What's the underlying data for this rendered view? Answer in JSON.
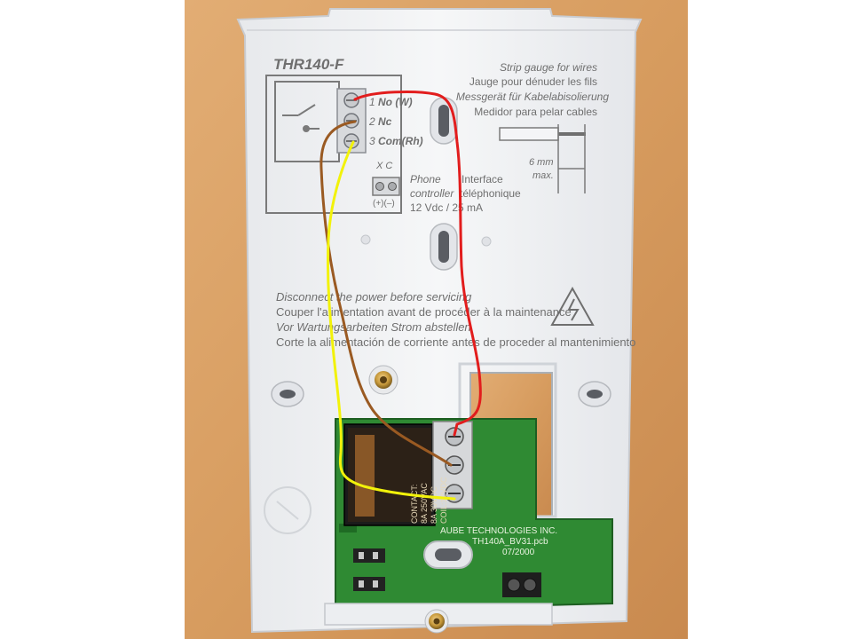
{
  "plate": {
    "model": "THR140-F",
    "terminals": [
      {
        "num": "1",
        "label": "No (W)"
      },
      {
        "num": "2",
        "label": "Nc"
      },
      {
        "num": "3",
        "label": "Com(Rh)"
      }
    ],
    "xc_label": "X  C",
    "pm_label": "(+)(–)",
    "phone_lines": [
      "Phone",
      "controller",
      "12 Vdc / 25 mA"
    ],
    "interface_lines": [
      "Interface",
      "téléphonique"
    ],
    "strip_gauge_lines": [
      "Strip gauge for wires",
      "Jauge pour dénuder les fils",
      "Messgerät für Kabelabisolierung",
      "Medidor para pelar cables"
    ],
    "gauge_mm_lines": [
      "6 mm",
      "max."
    ],
    "warning_lines": [
      "Disconnect the power before servicing",
      "Couper l'alimentation avant de procéder à la maintenance",
      "Vor Wartungsarbeiten Strom abstellen",
      "Corte la alimentación de corriente antes de proceder al mantenimiento"
    ]
  },
  "pcb": {
    "maker_lines": [
      "AUBE TECHNOLOGIES INC.",
      "TH140A_BV31.pcb",
      "07/2000"
    ],
    "relay_lines": [
      "CONTACT:",
      "8A 250VAC",
      "8A 30VDC",
      "COIL:12VDC"
    ]
  },
  "colors": {
    "wire_red": "#e21d1d",
    "wire_brown": "#9a5a22",
    "wire_yellow": "#f2f20a",
    "pcb_green": "#2f8a33",
    "plastic": "#f2f3f5",
    "wood": "#d9a063"
  },
  "icons": [
    "high-voltage-warning-icon",
    "relay-switch-schematic-icon",
    "screw-terminal-icon"
  ]
}
